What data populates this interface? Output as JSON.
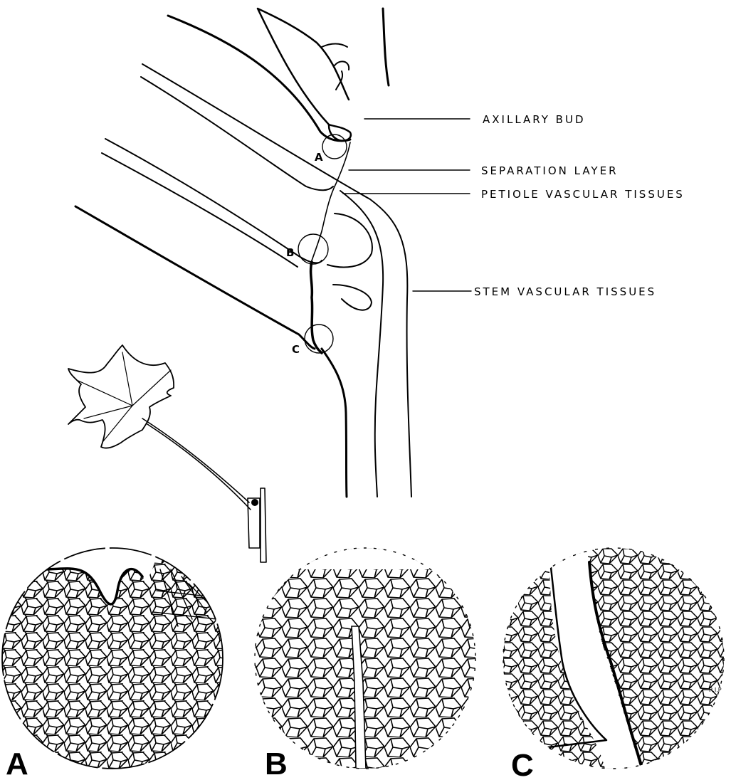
{
  "labels": {
    "axillary_bud": "AXILLARY BUD",
    "separation_layer": "SEPARATION LAYER",
    "petiole_vascular_tissues": "PETIOLE VASCULAR TISSUES",
    "stem_vascular_tissues": "STEM VASCULAR TISSUES"
  },
  "points": {
    "a": "A",
    "b": "B",
    "c": "C"
  },
  "panels": {
    "a": "A",
    "b": "B",
    "c": "C"
  },
  "initials": "R.I.P"
}
